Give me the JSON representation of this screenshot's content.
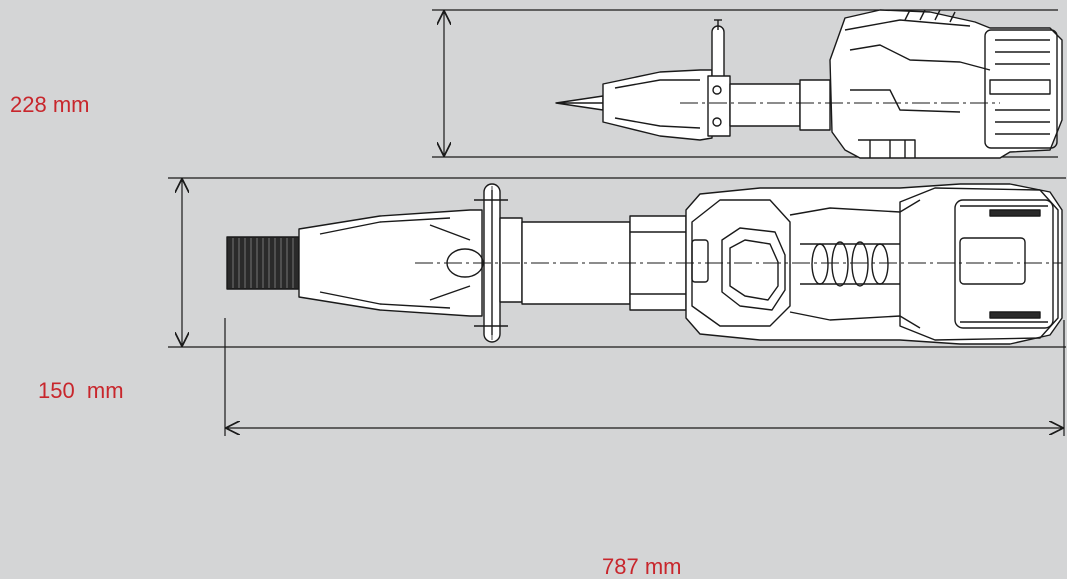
{
  "dimensions": {
    "height_label": "228 mm",
    "width_label": "150  mm",
    "length_label": "787 mm"
  },
  "views": {
    "side_view_icon": "tool-side-view",
    "top_view_icon": "tool-top-view"
  },
  "colors": {
    "background": "#d4d5d6",
    "dimension_text": "#c8262c",
    "line": "#1a1a1a"
  }
}
